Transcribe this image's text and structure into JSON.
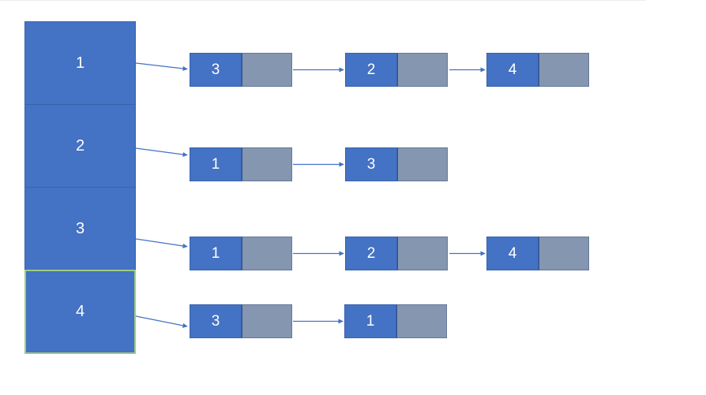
{
  "diagram": {
    "type": "adjacency-list",
    "background": "#ffffff"
  },
  "array": {
    "cells": [
      {
        "label": "1",
        "selected": false
      },
      {
        "label": "2",
        "selected": false
      },
      {
        "label": "3",
        "selected": false
      },
      {
        "label": "4",
        "selected": true
      }
    ]
  },
  "adjacency_lists": [
    {
      "source": "1",
      "nodes": [
        {
          "value": "3"
        },
        {
          "value": "2"
        },
        {
          "value": "4"
        }
      ]
    },
    {
      "source": "2",
      "nodes": [
        {
          "value": "1"
        },
        {
          "value": "3"
        }
      ]
    },
    {
      "source": "3",
      "nodes": [
        {
          "value": "1"
        },
        {
          "value": "2"
        },
        {
          "value": "4"
        }
      ]
    },
    {
      "source": "4",
      "nodes": [
        {
          "value": "3"
        },
        {
          "value": "1"
        }
      ]
    }
  ],
  "colors": {
    "cell_fill": "#4472C4",
    "cell_border": "#3a62ac",
    "pointer_fill": "#8496B0",
    "pointer_border": "#64779b",
    "arrow": "#4472C4",
    "selected_cell_border": "#9ecb81",
    "label_text": "#ffffff"
  }
}
